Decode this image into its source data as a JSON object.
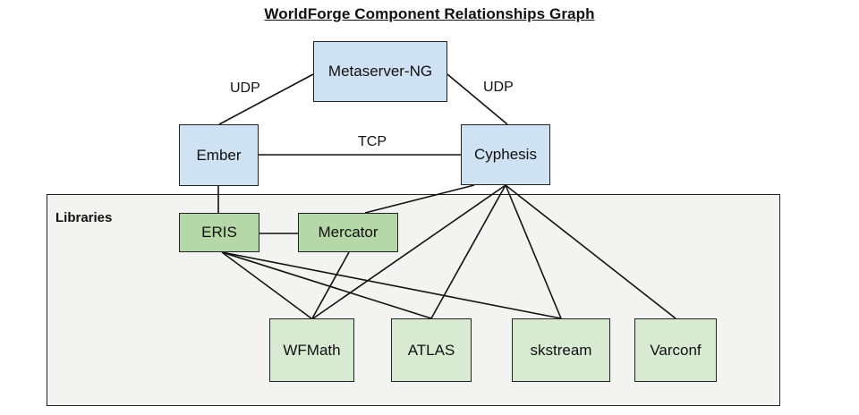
{
  "title": "WorldForge Component Relationships Graph",
  "groups": {
    "libraries": {
      "label": "Libraries",
      "fill": "#f3f3f1"
    }
  },
  "nodes": {
    "metaserver": {
      "label": "Metaserver-NG",
      "fill": "#cfe2f3"
    },
    "ember": {
      "label": "Ember",
      "fill": "#cfe2f3"
    },
    "cyphesis": {
      "label": "Cyphesis",
      "fill": "#cfe2f3"
    },
    "eris": {
      "label": "ERIS",
      "fill": "#b6d7a8"
    },
    "mercator": {
      "label": "Mercator",
      "fill": "#b6d7a8"
    },
    "wfmath": {
      "label": "WFMath",
      "fill": "#d9ead3"
    },
    "atlas": {
      "label": "ATLAS",
      "fill": "#d9ead3"
    },
    "skstream": {
      "label": "skstream",
      "fill": "#d9ead3"
    },
    "varconf": {
      "label": "Varconf",
      "fill": "#d9ead3"
    }
  },
  "edges": [
    {
      "from": "metaserver",
      "to": "ember",
      "label": "UDP"
    },
    {
      "from": "metaserver",
      "to": "cyphesis",
      "label": "UDP"
    },
    {
      "from": "ember",
      "to": "cyphesis",
      "label": "TCP"
    },
    {
      "from": "ember",
      "to": "eris"
    },
    {
      "from": "eris",
      "to": "mercator"
    },
    {
      "from": "cyphesis",
      "to": "mercator"
    },
    {
      "from": "eris",
      "to": "wfmath"
    },
    {
      "from": "eris",
      "to": "atlas"
    },
    {
      "from": "eris",
      "to": "skstream"
    },
    {
      "from": "mercator",
      "to": "wfmath"
    },
    {
      "from": "cyphesis",
      "to": "wfmath"
    },
    {
      "from": "cyphesis",
      "to": "atlas"
    },
    {
      "from": "cyphesis",
      "to": "skstream"
    },
    {
      "from": "cyphesis",
      "to": "varconf"
    }
  ],
  "edge_labels": {
    "udp_left": "UDP",
    "udp_right": "UDP",
    "tcp": "TCP"
  }
}
